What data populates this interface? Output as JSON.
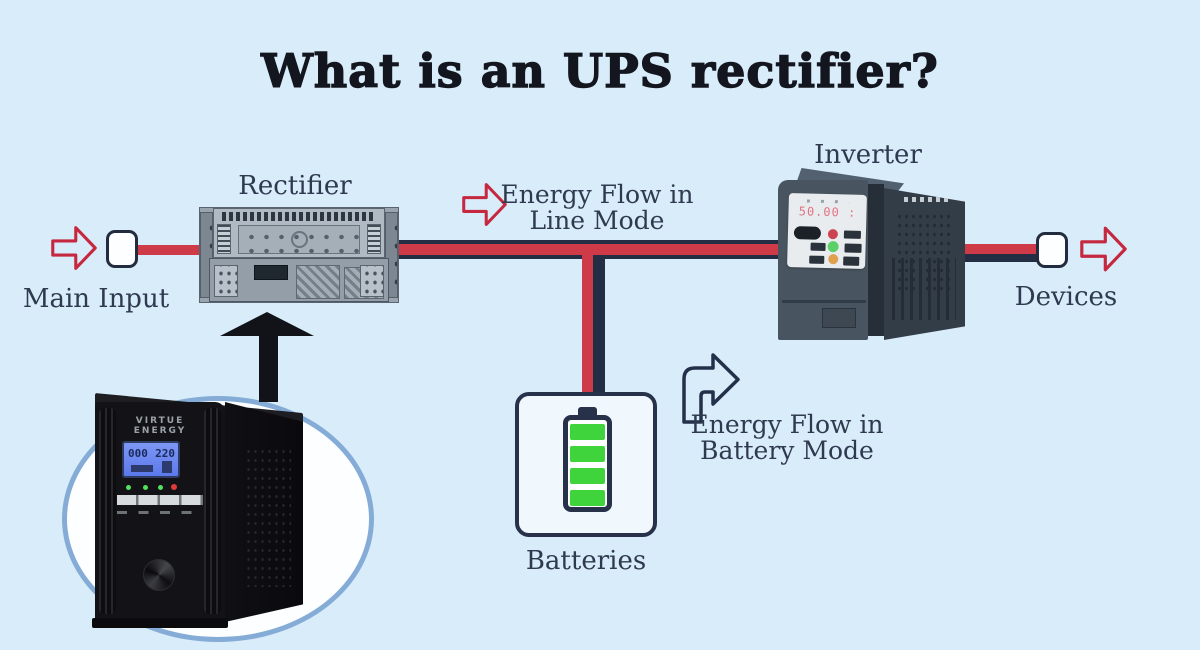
{
  "title": "What is an UPS rectifier?",
  "labels": {
    "main_input": "Main Input",
    "rectifier": "Rectifier",
    "inverter": "Inverter",
    "devices": "Devices",
    "batteries": "Batteries"
  },
  "flow_line_mode": {
    "line1": "Energy Flow in",
    "line2": "Line Mode"
  },
  "flow_battery_mode": {
    "line1": "Energy Flow in",
    "line2": "Battery Mode"
  },
  "ups_unit": {
    "brand_line1": "VIRTUE",
    "brand_line2": "ENERGY",
    "lcd_left": "000",
    "lcd_right": "220"
  },
  "inverter_panel": {
    "display": "50.00",
    "indicator": ":"
  },
  "battery": {
    "bars": 4
  },
  "colors": {
    "background": "#d8ecf9",
    "line_red": "#cf3a49",
    "line_navy": "#232e45",
    "arrow_red": "#c5283f",
    "label_text": "#2f3a50",
    "battery_green": "#3fd33c",
    "circle_border": "#85acd6",
    "lcd_blue": "#6e8df2"
  },
  "icons": {
    "arrow_right": "outlined right arrow",
    "arrow_up": "solid up arrow",
    "arrow_bent": "outlined bent up-right arrow",
    "battery": "battery level icon"
  }
}
